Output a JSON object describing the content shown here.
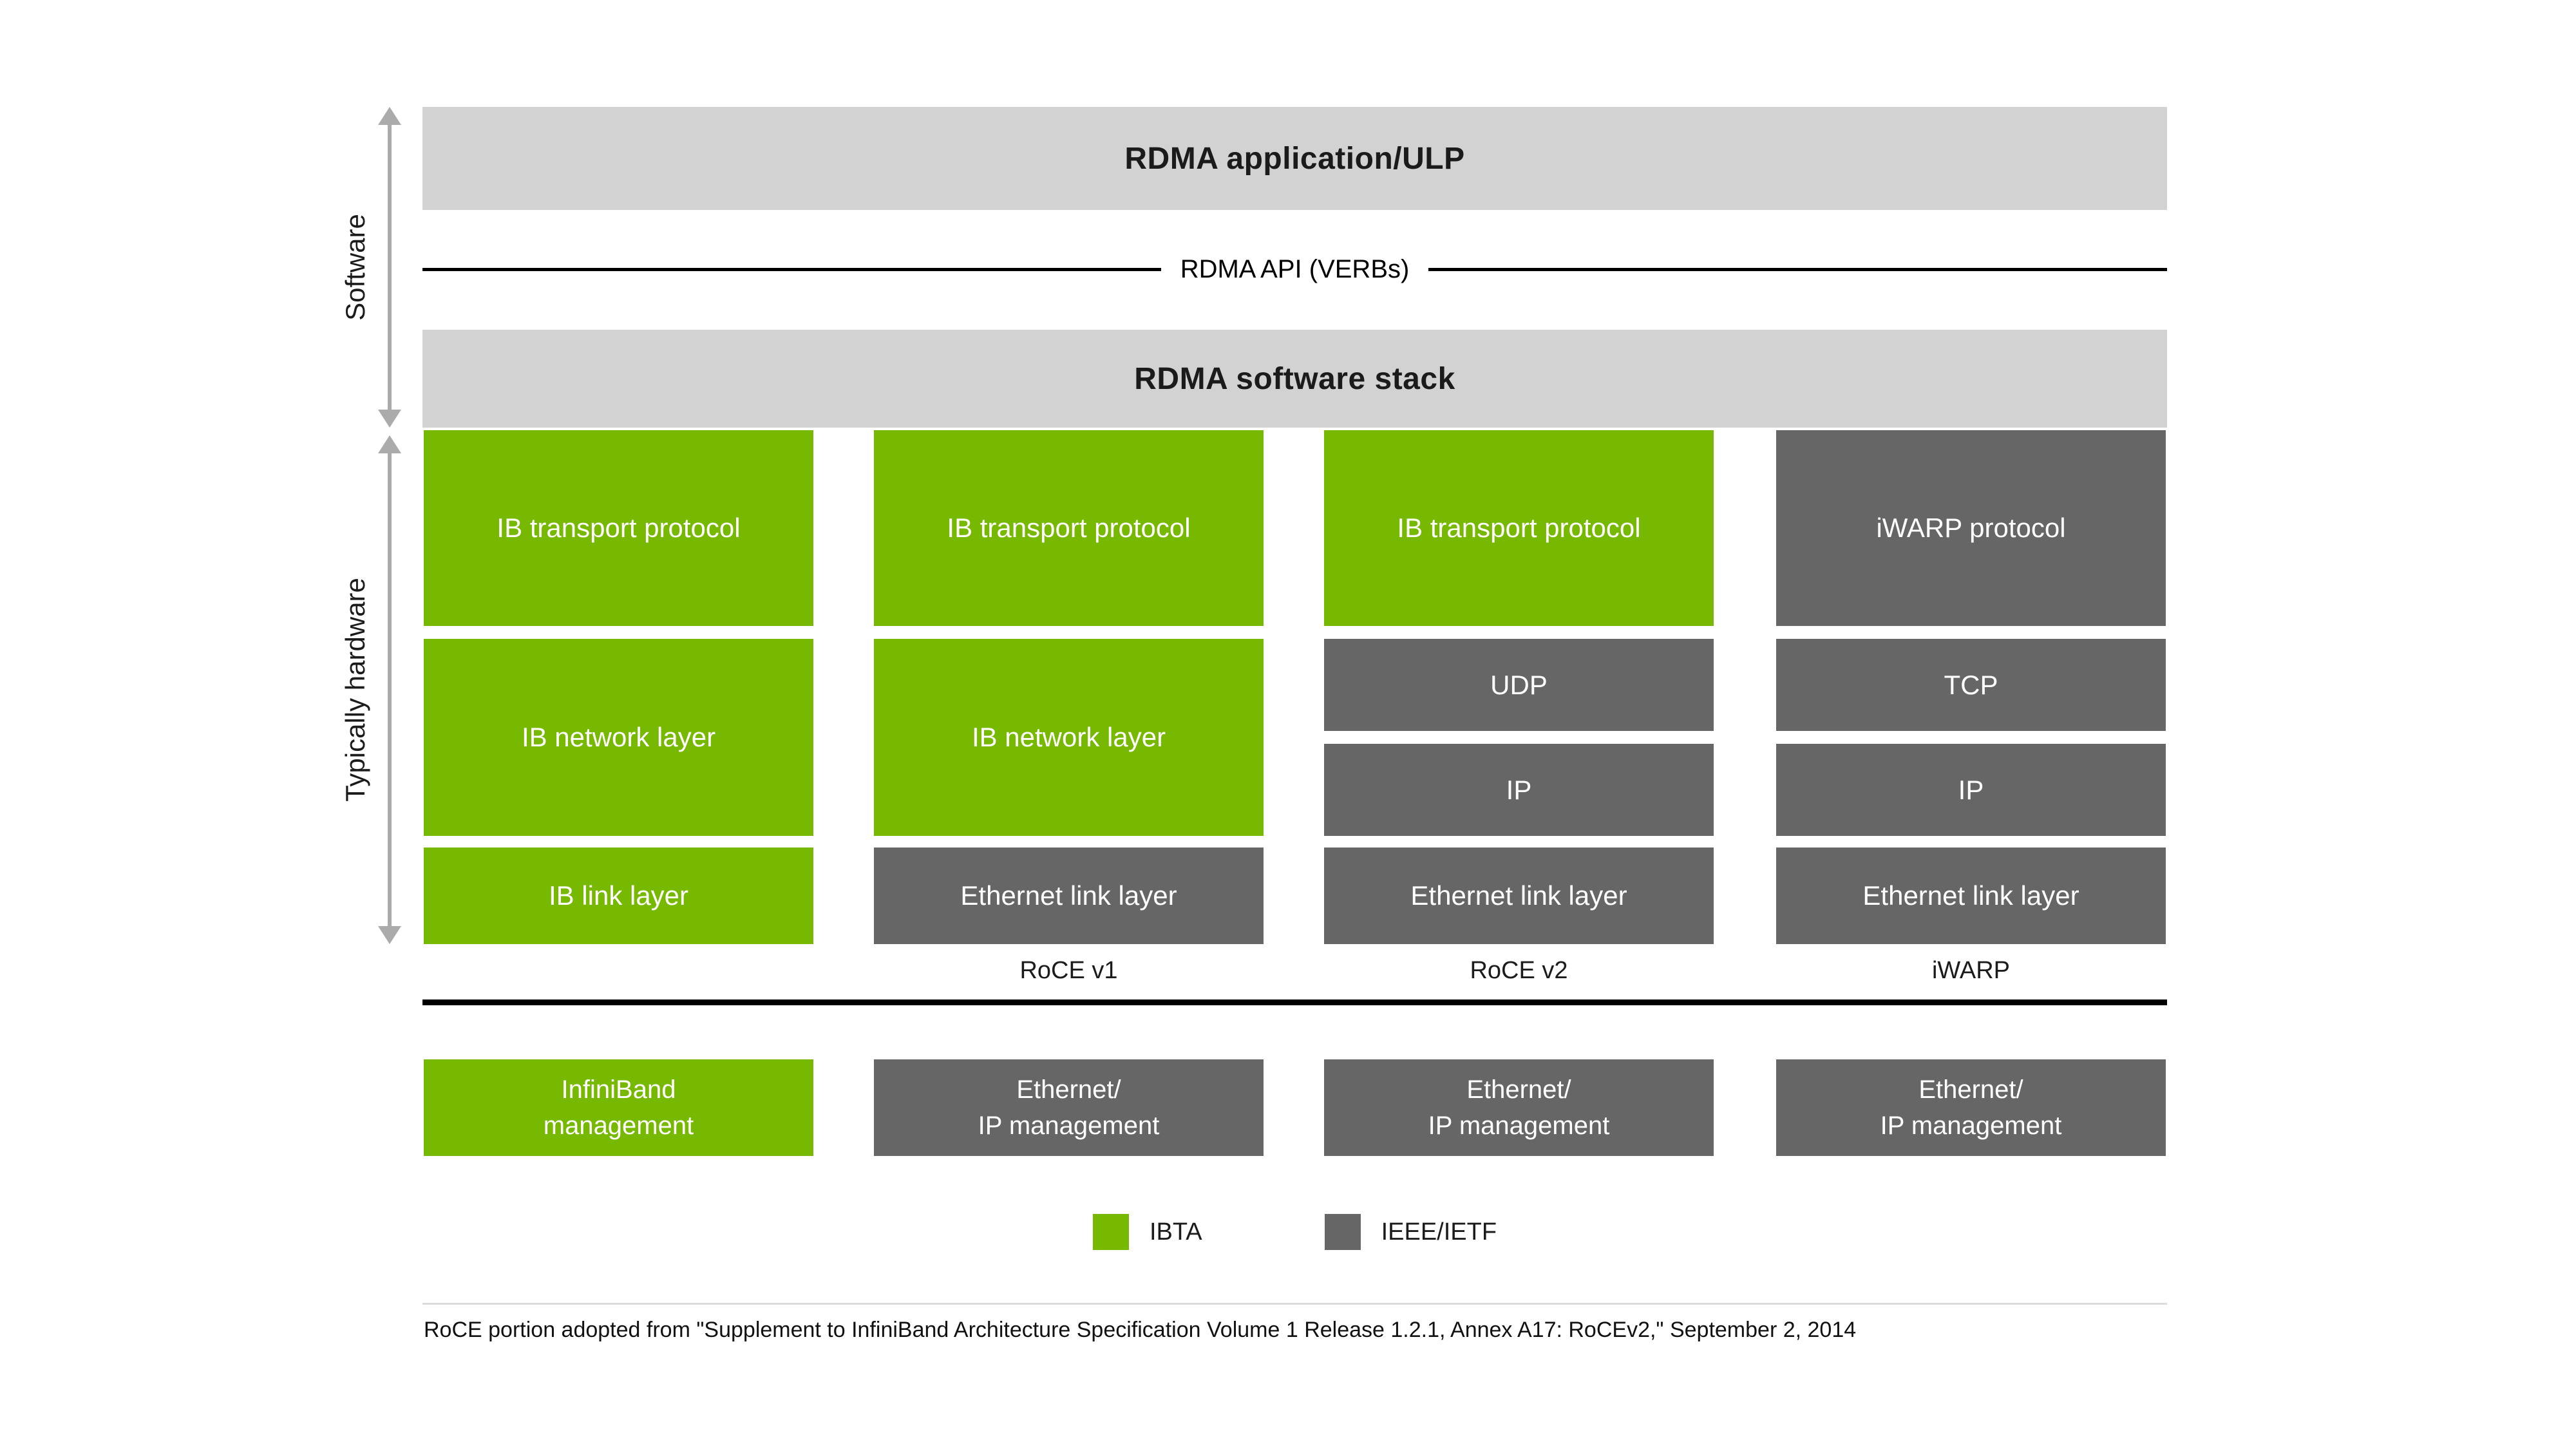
{
  "colors": {
    "ibta_green": "#76B900",
    "ieee_gray": "#666666",
    "bar_light_gray": "#D2D2D2",
    "arrow_gray": "#ABABAB",
    "divider_gray": "#DCDCDC"
  },
  "side": {
    "software_label": "Software",
    "hardware_label": "Typically hardware"
  },
  "top": {
    "application_label": "RDMA application/ULP",
    "api_label": "RDMA API (VERBs)",
    "stack_label": "RDMA software stack"
  },
  "columns": [
    {
      "id": "infiniband",
      "footer_label": "",
      "blocks": [
        {
          "text": "IB transport protocol",
          "org": "ibta",
          "row": "transport"
        },
        {
          "text": "IB network layer",
          "org": "ibta",
          "row": "network"
        },
        {
          "text": "IB link layer",
          "org": "ibta",
          "row": "link"
        }
      ],
      "management": {
        "lines": [
          "InfiniBand",
          "management"
        ],
        "org": "ibta"
      }
    },
    {
      "id": "roce-v1",
      "footer_label": "RoCE v1",
      "blocks": [
        {
          "text": "IB transport protocol",
          "org": "ibta",
          "row": "transport"
        },
        {
          "text": "IB network layer",
          "org": "ibta",
          "row": "network"
        },
        {
          "text": "Ethernet link layer",
          "org": "ieee",
          "row": "link"
        }
      ],
      "management": {
        "lines": [
          "Ethernet/",
          "IP management"
        ],
        "org": "ieee"
      }
    },
    {
      "id": "roce-v2",
      "footer_label": "RoCE v2",
      "blocks": [
        {
          "text": "IB transport protocol",
          "org": "ibta",
          "row": "transport"
        },
        {
          "text": "UDP",
          "org": "ieee",
          "row": "half1"
        },
        {
          "text": "IP",
          "org": "ieee",
          "row": "half2"
        },
        {
          "text": "Ethernet link layer",
          "org": "ieee",
          "row": "link"
        }
      ],
      "management": {
        "lines": [
          "Ethernet/",
          "IP management"
        ],
        "org": "ieee"
      }
    },
    {
      "id": "iwarp",
      "footer_label": "iWARP",
      "blocks": [
        {
          "text": "iWARP protocol",
          "org": "ieee",
          "row": "transport"
        },
        {
          "text": "TCP",
          "org": "ieee",
          "row": "half1"
        },
        {
          "text": "IP",
          "org": "ieee",
          "row": "half2"
        },
        {
          "text": "Ethernet link layer",
          "org": "ieee",
          "row": "link"
        }
      ],
      "management": {
        "lines": [
          "Ethernet/",
          "IP management"
        ],
        "org": "ieee"
      }
    }
  ],
  "legend": {
    "items": [
      {
        "label": "IBTA",
        "org": "ibta"
      },
      {
        "label": "IEEE/IETF",
        "org": "ieee"
      }
    ]
  },
  "footnote": "RoCE portion adopted from \"Supplement to InfiniBand Architecture Specification Volume 1 Release 1.2.1, Annex A17: RoCEv2,\" September 2, 2014"
}
